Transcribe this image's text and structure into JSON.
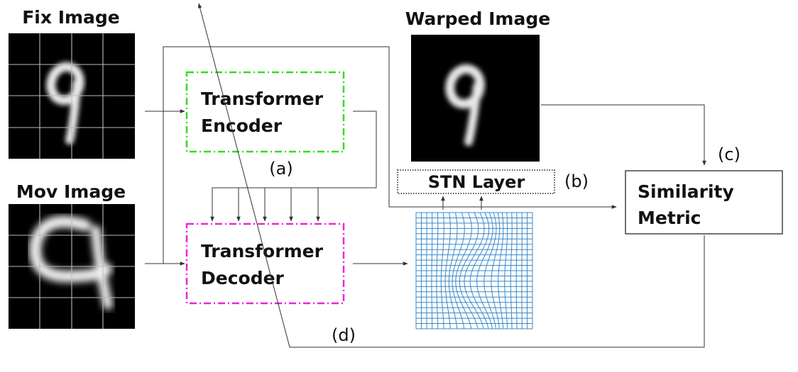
{
  "labels": {
    "fix_image": "Fix Image",
    "mov_image": "Mov Image",
    "warped_image": "Warped Image",
    "encoder_line1": "Transformer",
    "encoder_line2": "Encoder",
    "decoder_line1": "Transformer",
    "decoder_line2": "Decoder",
    "stn_layer": "STN Layer",
    "similarity_line1": "Similarity",
    "similarity_line2": "Metric",
    "mark_a": "(a)",
    "mark_b": "(b)",
    "mark_c": "(c)",
    "mark_d": "(d)"
  },
  "colors": {
    "encoder_border": "#33dd22",
    "decoder_border": "#ee22dd",
    "grid_line": "#3a88c8",
    "arrow": "#333333"
  },
  "icons": {
    "fix_image": "digit-9-image",
    "mov_image": "digit-9-rotated-image",
    "warped_image": "digit-9-warped-image",
    "deformation_field": "deformation-grid"
  }
}
